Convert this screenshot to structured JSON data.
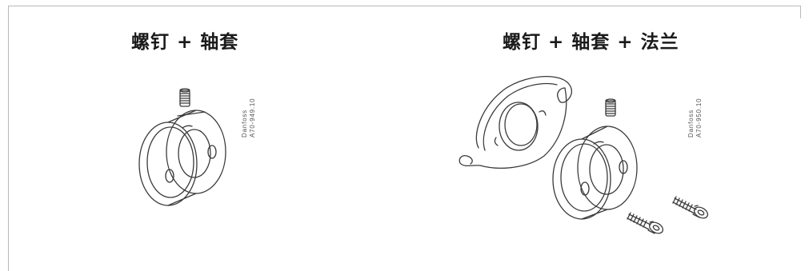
{
  "panels": [
    {
      "title": "螺钉 + 轴套",
      "brand": "Danfoss",
      "code": "A70-949.10"
    },
    {
      "title": "螺钉 + 轴套 + 法兰",
      "brand": "Danfoss",
      "code": "A70-950.10"
    }
  ],
  "colors": {
    "line": "#3a3a3a",
    "frame": "#b9b9b9",
    "text": "#1a1a1a"
  }
}
